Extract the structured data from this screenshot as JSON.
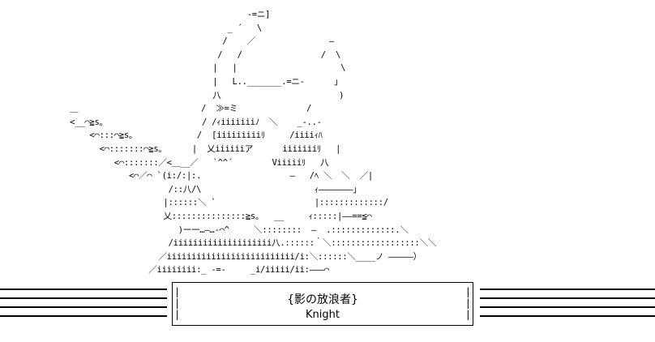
{
  "art": {
    "lines": [
      "                                      -=ニ]",
      "                                  _ ´   \\",
      "                                 /    ／               ―",
      "                                /   /                /  \\",
      "                               |   |                     \\",
      "                               |   L.._______.=ニ-      ｣",
      "                               八                        )",
      "  ＿                         /  ≫=ミ              /",
      "  <__⌒≧s｡                    / /ｨiiiiiiiﾉ  ＼    _-..-",
      "      <⌒:::⌒≧s｡             /  [iiiiiiiiiﾘ     /iiiiｨﾊ",
      "        <⌒:::::::⌒≧s｡      |  乂iiiiiiア      iiiiiiiﾘ   |",
      "           <⌒:::::::／<＿__／   `^^´        Viiiiiﾘ   八",
      "              <⌒／⌒ `(i:/:|:.                  ―   /ﾍ ＼  ＼  ／|",
      "                      /::八/\\                       ｨ―――――――｣",
      "                     |::::::＼ `                    |:::::::::::::/",
      "                     乂:::::::::::::::≧s｡   __     ｨ:::::|――==≦⌒",
      "                        )ー一…―…-⌒^     ＼::::::::  ―  .:::::::::::::.＼",
      "                      /iiiiiiiiiiiiiiiiiiii八.::::::｀＼::::::::::::::::::＼＼",
      "                    ／iiiiiiiiiiiiiiiiiiiiiiiiii/i:＼::::::＼____ノ ―――――）",
      "                  ／iiiiiiii:_ -=-     _i/iiiii/ii:―――⌒"
    ]
  },
  "caption": {
    "title": "{影の放浪者}",
    "subtitle": "Knight"
  },
  "colors": {
    "ink": "#000000",
    "background": "#ffffff"
  }
}
